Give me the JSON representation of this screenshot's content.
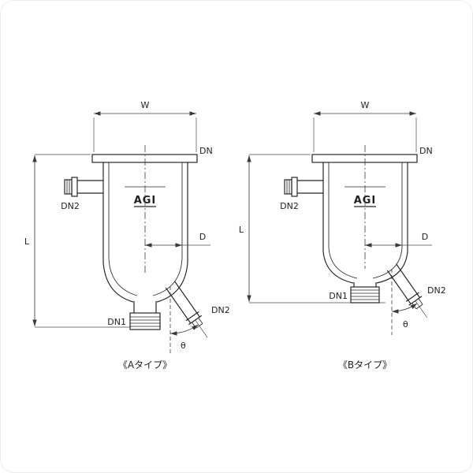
{
  "colors": {
    "line": "#272727",
    "dimension": "#3a3a3a",
    "background": "#ffffff",
    "frame_border": "#ececec"
  },
  "diagrams": {
    "a": {
      "caption": "《Aタイプ》",
      "brand": "AGI",
      "dim_width": "W",
      "dim_length": "L",
      "dim_diameter": "D",
      "flange_label": "DN",
      "bottom_outlet_label": "DN1",
      "side_nozzle_label": "DN2",
      "angled_nozzle_label": "DN2",
      "angle_label": "θ"
    },
    "b": {
      "caption": "《Bタイプ》",
      "brand": "AGI",
      "dim_width": "W",
      "dim_length": "L",
      "dim_diameter": "D",
      "flange_label": "DN",
      "bottom_outlet_label": "DN1",
      "side_nozzle_label": "DN2",
      "angled_nozzle_label": "DN2",
      "angle_label": "θ"
    }
  }
}
